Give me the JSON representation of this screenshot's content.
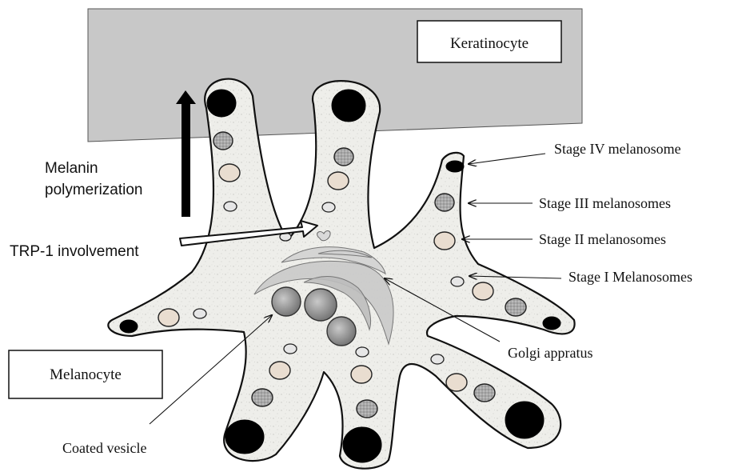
{
  "labels": {
    "keratinocyte": "Keratinocyte",
    "melanocyte": "Melanocyte",
    "melanin_line1": "Melanin",
    "melanin_line2": "polymerization",
    "trp1": "TRP-1 involvement",
    "stage4": "Stage IV melanosome",
    "stage3": "Stage III melanosomes",
    "stage2": "Stage II melanosomes",
    "stage1": "Stage I Melanosomes",
    "golgi": "Golgi appratus",
    "vesicle": "Coated vesicle"
  },
  "colors": {
    "keratinocyte_fill": "#c8c8c8",
    "cell_fill": "#eeeeea",
    "stage1": "#e6e6e6",
    "stage2": "#e9ddd0",
    "stage3": "#9a9a9a",
    "stage4": "#000000",
    "golgi": "#c9c9c9",
    "vesicle": "#8e8e8e"
  }
}
